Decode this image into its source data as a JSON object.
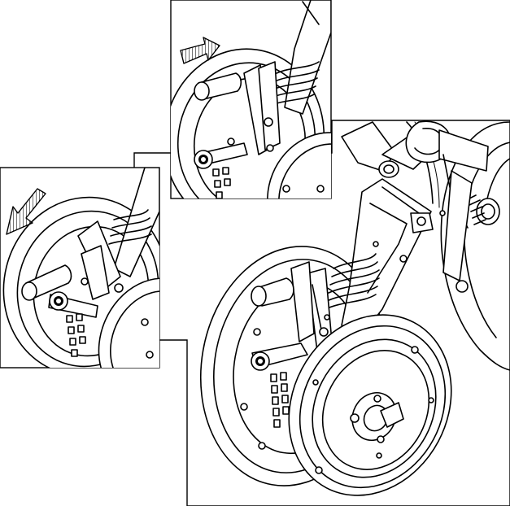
{
  "figure": {
    "panels": [
      {
        "id": "top",
        "has_arrow": true,
        "arrow_direction": "right"
      },
      {
        "id": "left",
        "has_arrow": true,
        "arrow_direction": "down-left"
      },
      {
        "id": "main",
        "has_arrow": false
      }
    ],
    "colors": {
      "line": "#000000",
      "fill": "#ffffff",
      "background": "#ffffff"
    }
  }
}
